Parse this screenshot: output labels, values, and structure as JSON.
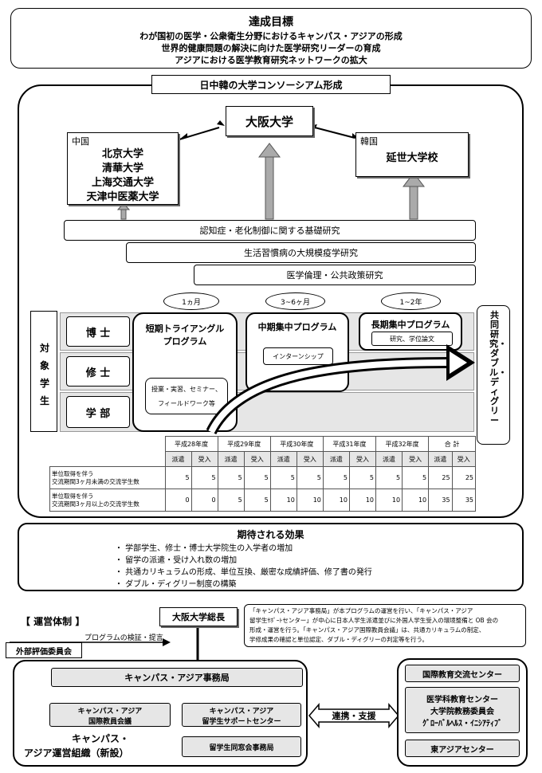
{
  "goal": {
    "title": "達成目標",
    "lines": [
      "わが国初の医学・公衆衛生分野におけるキャンパス・アジアの形成",
      "世界的健康問題の解決に向けた医学研究リーダーの育成",
      "アジアにおける医学教育研究ネットワークの拡大"
    ]
  },
  "consortium": {
    "title": "日中韓の大学コンソーシアム形成",
    "osaka": "大阪大学",
    "china": {
      "label": "中国",
      "universities": [
        "北京大学",
        "清華大学",
        "上海交通大学",
        "天津中医薬大学"
      ]
    },
    "korea": {
      "label": "韓国",
      "university": "延世大学校"
    },
    "research": [
      "認知症・老化制御に関する基礎研究",
      "生活習慣病の大規模疫学研究",
      "医学倫理・公共政策研究"
    ]
  },
  "programs": {
    "target_label": "対象学生",
    "levels": [
      "博 士",
      "修 士",
      "学 部"
    ],
    "short": {
      "duration": "1ヵ月",
      "title1": "短期トライアングル",
      "title2": "プログラム",
      "note1": "授業・実習、セミナー、",
      "note2": "フィールドワーク等"
    },
    "mid": {
      "duration": "3~6ヶ月",
      "title": "中期集中プログラム",
      "note": "インターンシップ"
    },
    "long": {
      "duration": "1~2年",
      "title": "長期集中プログラム",
      "note": "研究、学位論文"
    },
    "outcome": "共同研究・ダブル・ディグリー"
  },
  "table": {
    "years": [
      "平成28年度",
      "平成29年度",
      "平成30年度",
      "平成31年度",
      "平成32年度",
      "合 計"
    ],
    "subheaders": [
      "派遣",
      "受入"
    ],
    "rows": [
      {
        "label1": "単位取得を伴う",
        "label2": "交流期間3ヶ月未満の交流学生数",
        "values": [
          "5",
          "5",
          "5",
          "5",
          "5",
          "5",
          "5",
          "5",
          "5",
          "5",
          "25",
          "25"
        ]
      },
      {
        "label1": "単位取得を伴う",
        "label2": "交流期間3ヶ月以上の交流学生数",
        "values": [
          "0",
          "0",
          "5",
          "5",
          "10",
          "10",
          "10",
          "10",
          "10",
          "10",
          "35",
          "35"
        ]
      }
    ]
  },
  "effects": {
    "title": "期待される効果",
    "items": [
      "・ 学部学生、修士・博士大学院生の入学者の増加",
      "・ 留学の派遣・受け入れ数の増加",
      "・ 共通カリキュラムの形成、単位互換、厳密な成績評価、修了書の発行",
      "・ ダブル・ディグリー制度の構築"
    ]
  },
  "management": {
    "title": "【 運営体制 】",
    "president": "大阪大学総長",
    "evaluation_note": "プログラムの検証・提言",
    "external": "外部評価委員会",
    "description": [
      "「キャンパス・アジア事務局」が本プログラムの運営を行い、「キャンパス・アジア",
      "留学生ｻﾎﾟｰﾄセンター」が中心に日本人学生派遣並びに外国人学生受入の環境整備と OB 会の",
      "形成・運営を行う。「キャンパス・アジア国際教員会議」は、共通カリキュラムの制定、",
      "学修成果の確認と単位認定、ダブル・ディグリーの判定等を行う。"
    ],
    "office": "キャンパス・アジア事務局",
    "council1": "キャンパス・アジア",
    "council2": "国際教員会議",
    "support1": "キャンパス・アジア",
    "support2": "留学生サポートセンター",
    "alumni": "留学生同窓会事務局",
    "org1": "キャンパス・",
    "org2": "アジア運営組織（新設）",
    "cooperation": "連携・支援",
    "centers": {
      "intl": "国際教育交流センター",
      "grad1": "医学科教育センター",
      "grad2": "大学院教務委員会",
      "grad3": "ｸﾞﾛｰﾊﾞﾙﾍﾙｽ・ｲﾆｼｱﾃｨﾌﾞ",
      "eastasia": "東アジアセンター"
    }
  }
}
